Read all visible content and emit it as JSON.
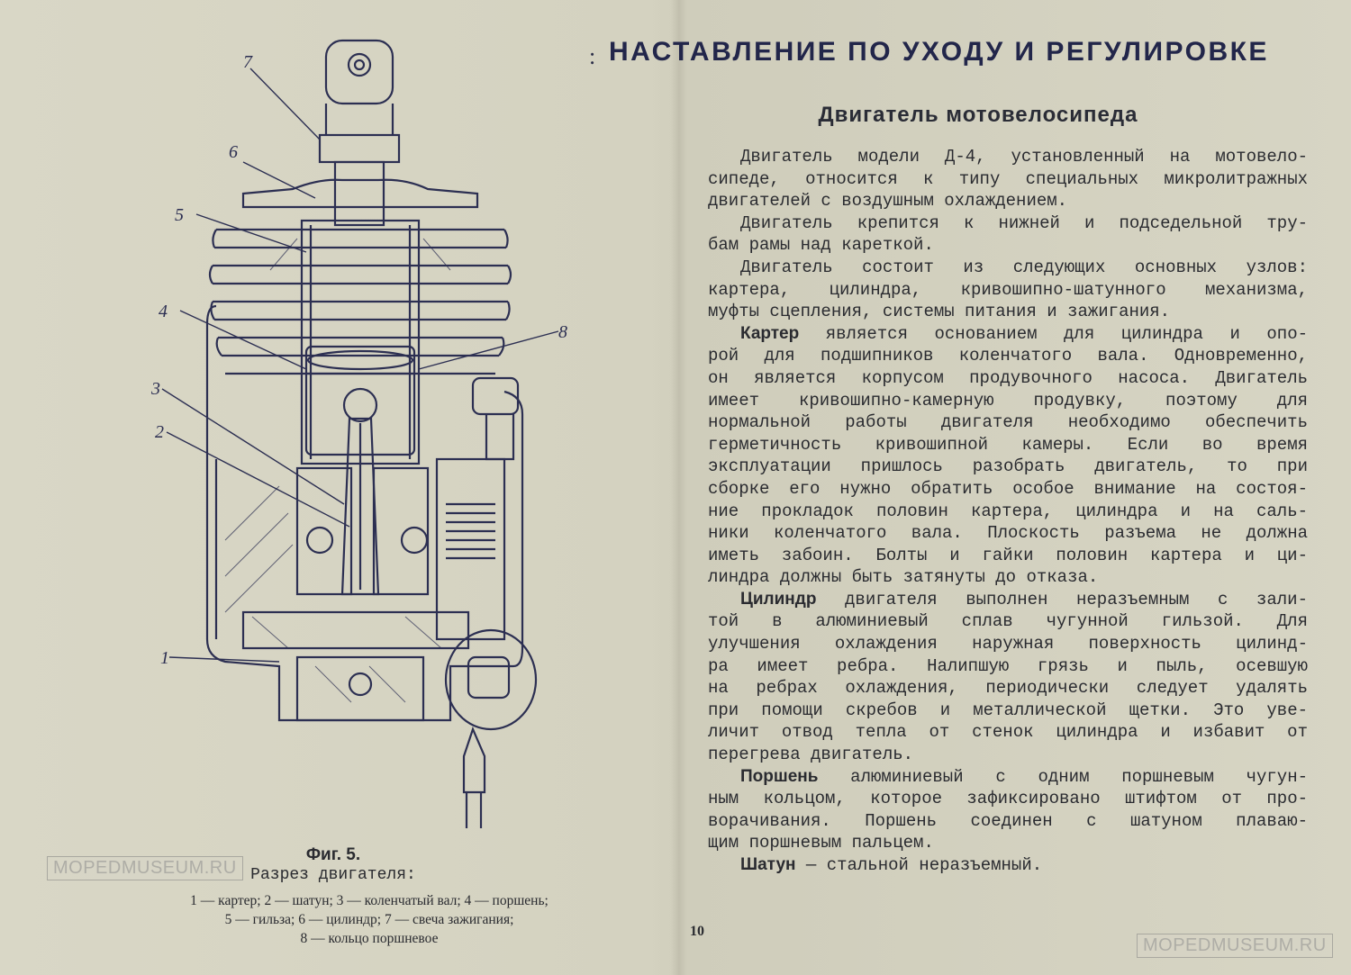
{
  "header": {
    "mark": ":",
    "title": "НАСТАВЛЕНИЕ ПО УХОДУ И РЕГУЛИРОВКЕ"
  },
  "section": {
    "title": "Двигатель мотовелосипеда"
  },
  "body_lines": [
    {
      "text": "Двигатель модели Д-4, установленный на мотовело-",
      "indent": true
    },
    {
      "text": "сипеде, относится к типу специальных микролитражных"
    },
    {
      "text": "двигателей с воздушным охлаждением.",
      "last": true
    },
    {
      "text": "Двигатель крепится к нижней и подседельной тру-",
      "indent": true
    },
    {
      "text": "бам рамы над кареткой.",
      "last": true
    },
    {
      "text": "Двигатель состоит из следующих основных  узлов:",
      "indent": true
    },
    {
      "text": "картера, цилиндра,  кривошипно-шатунного  механизма,"
    },
    {
      "text": "муфты сцепления, системы питания и зажигания.",
      "last": true
    },
    {
      "bold": "Картер",
      "text": " является основанием для цилиндра и опо-",
      "indent": true
    },
    {
      "text": "рой для подшипников коленчатого вала. Одновременно,"
    },
    {
      "text": "он является корпусом продувочного насоса. Двигатель"
    },
    {
      "text": "имеет кривошипно-камерную продувку,   поэтому   для"
    },
    {
      "text": "нормальной работы двигателя необходимо   обеспечить"
    },
    {
      "text": "герметичность кривошипной камеры. Если  во  время"
    },
    {
      "text": "эксплуатации пришлось разобрать двигатель, то   при"
    },
    {
      "text": "сборке его нужно обратить особое внимание на состоя-"
    },
    {
      "text": "ние прокладок половин картера, цилиндра и на саль-"
    },
    {
      "text": "ники коленчатого вала. Плоскость разъема не должна"
    },
    {
      "text": "иметь забоин. Болты и гайки половин  картера и ци-"
    },
    {
      "text": "линдра должны быть затянуты до отказа.",
      "last": true
    },
    {
      "bold": "Цилиндр",
      "text": " двигателя выполнен неразъемным с зали-",
      "indent": true
    },
    {
      "text": "той в алюминиевый  сплав  чугунной  гильзой.  Для"
    },
    {
      "text": "улучшения охлаждения наружная поверхность цилинд-"
    },
    {
      "text": "ра  имеет ребра. Налипшую грязь и пыль,  осевшую"
    },
    {
      "text": "на ребрах охлаждения, периодически следует удалять"
    },
    {
      "text": "при помощи скребов и  металлической щетки. Это уве-"
    },
    {
      "text": "личит отвод тепла от стенок цилиндра и избавит от"
    },
    {
      "text": "перегрева двигатель.",
      "last": true
    },
    {
      "bold": "Поршень",
      "text": " алюминиевый с одним поршневым чугун-",
      "indent": true
    },
    {
      "text": "ным кольцом, которое зафиксировано штифтом от про-"
    },
    {
      "text": "ворачивания. Поршень соединен с шатуном   плаваю-"
    },
    {
      "text": "щим поршневым пальцем.",
      "last": true
    },
    {
      "bold": "Шатун",
      "text": " — стальной неразъемный.",
      "indent": true,
      "last": true
    }
  ],
  "figure": {
    "labels": [
      "7",
      "6",
      "5",
      "4",
      "3",
      "2",
      "8",
      "1"
    ],
    "caption": "Фиг. 5.",
    "subtitle": "Разрез двигателя:",
    "legend": [
      "1 — картер; 2 — шатун; 3 — коленчатый вал; 4 — поршень;",
      "5 — гильза; 6 — цилиндр; 7 — свеча зажигания;",
      "8 — кольцо поршневое"
    ]
  },
  "page_number": "10",
  "watermark": "MOPEDMUSEUM.RU",
  "colors": {
    "paper": "#d6d4c2",
    "ink": "#2a2b30",
    "title_ink": "#22264a",
    "drawing_ink": "#2c2f52",
    "watermark": "#aeada6"
  }
}
